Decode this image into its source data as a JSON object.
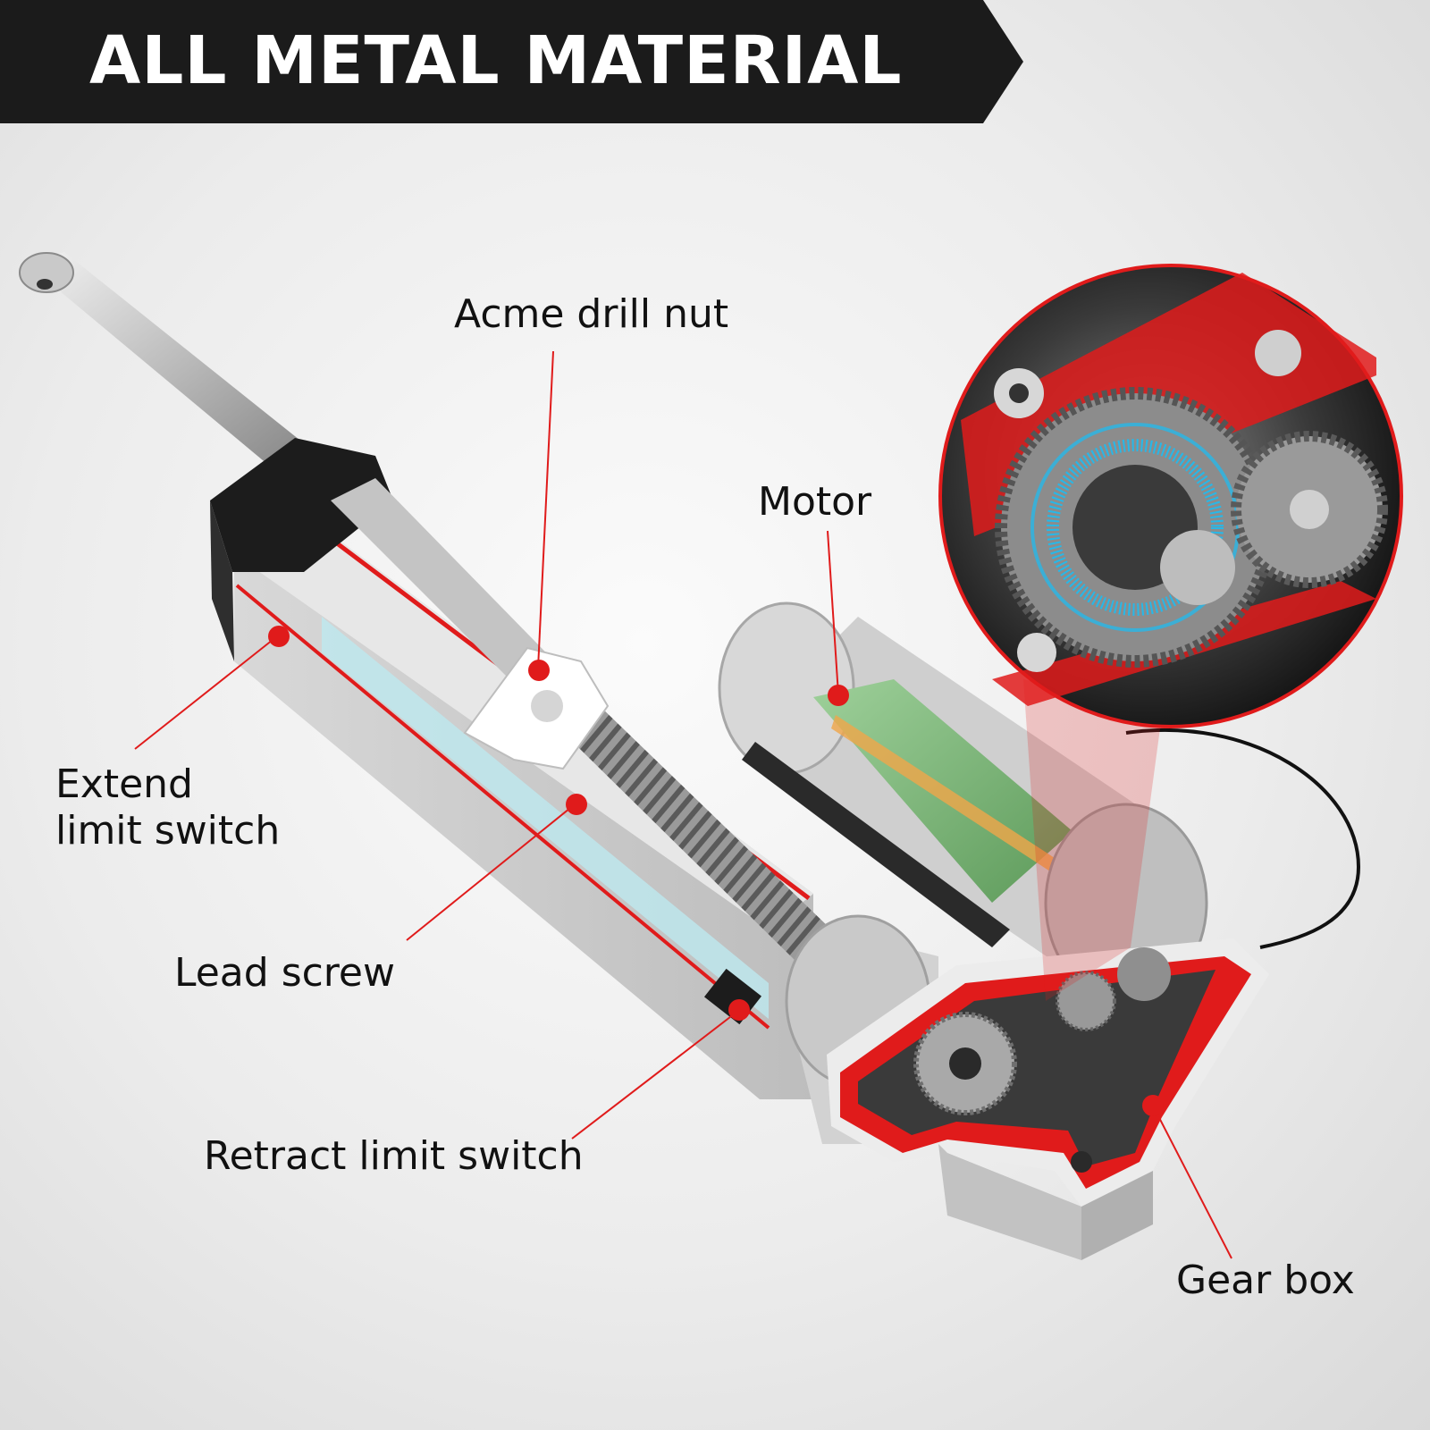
{
  "banner": {
    "title": "ALL METAL MATERIAL"
  },
  "labels": {
    "acme_drill_nut": "Acme drill nut",
    "motor": "Motor",
    "extend_limit_switch_line1": "Extend",
    "extend_limit_switch_line2": "limit switch",
    "lead_screw": "Lead screw",
    "retract_limit_switch": "Retract limit switch",
    "gear_box": "Gear box"
  },
  "colors": {
    "accent_red": "#e01b1b",
    "banner_bg": "#1b1b1b",
    "banner_text": "#ffffff",
    "motor_green": "#7fb87a",
    "highlight_cyan": "#27b8e8"
  }
}
